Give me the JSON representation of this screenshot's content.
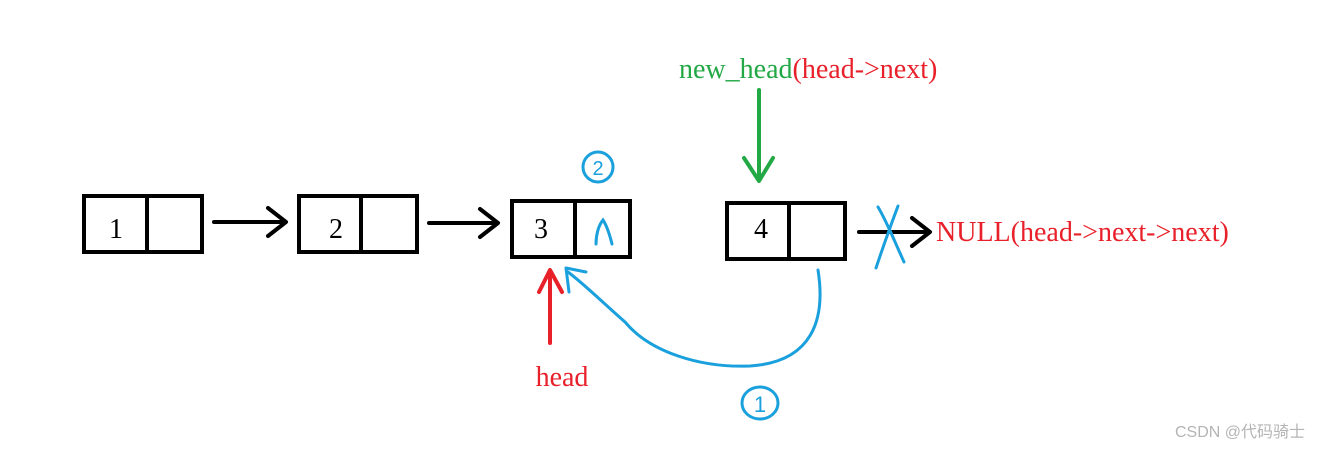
{
  "nodes": [
    {
      "value": "1",
      "next_mark": ""
    },
    {
      "value": "2",
      "next_mark": ""
    },
    {
      "value": "3",
      "next_mark": "^"
    },
    {
      "value": "4",
      "next_mark": ""
    }
  ],
  "labels": {
    "new_head_name": "new_head",
    "new_head_expr": "(head->next)",
    "head": "head",
    "null_text": "NULL(head->next->next)",
    "step_one": "1",
    "step_two": "2"
  },
  "watermark": "CSDN @代码骑士",
  "colors": {
    "black": "#000000",
    "red": "#e8202a",
    "green": "#22a845",
    "blue": "#1aa0dc",
    "watermark": "#b4b4b4"
  }
}
